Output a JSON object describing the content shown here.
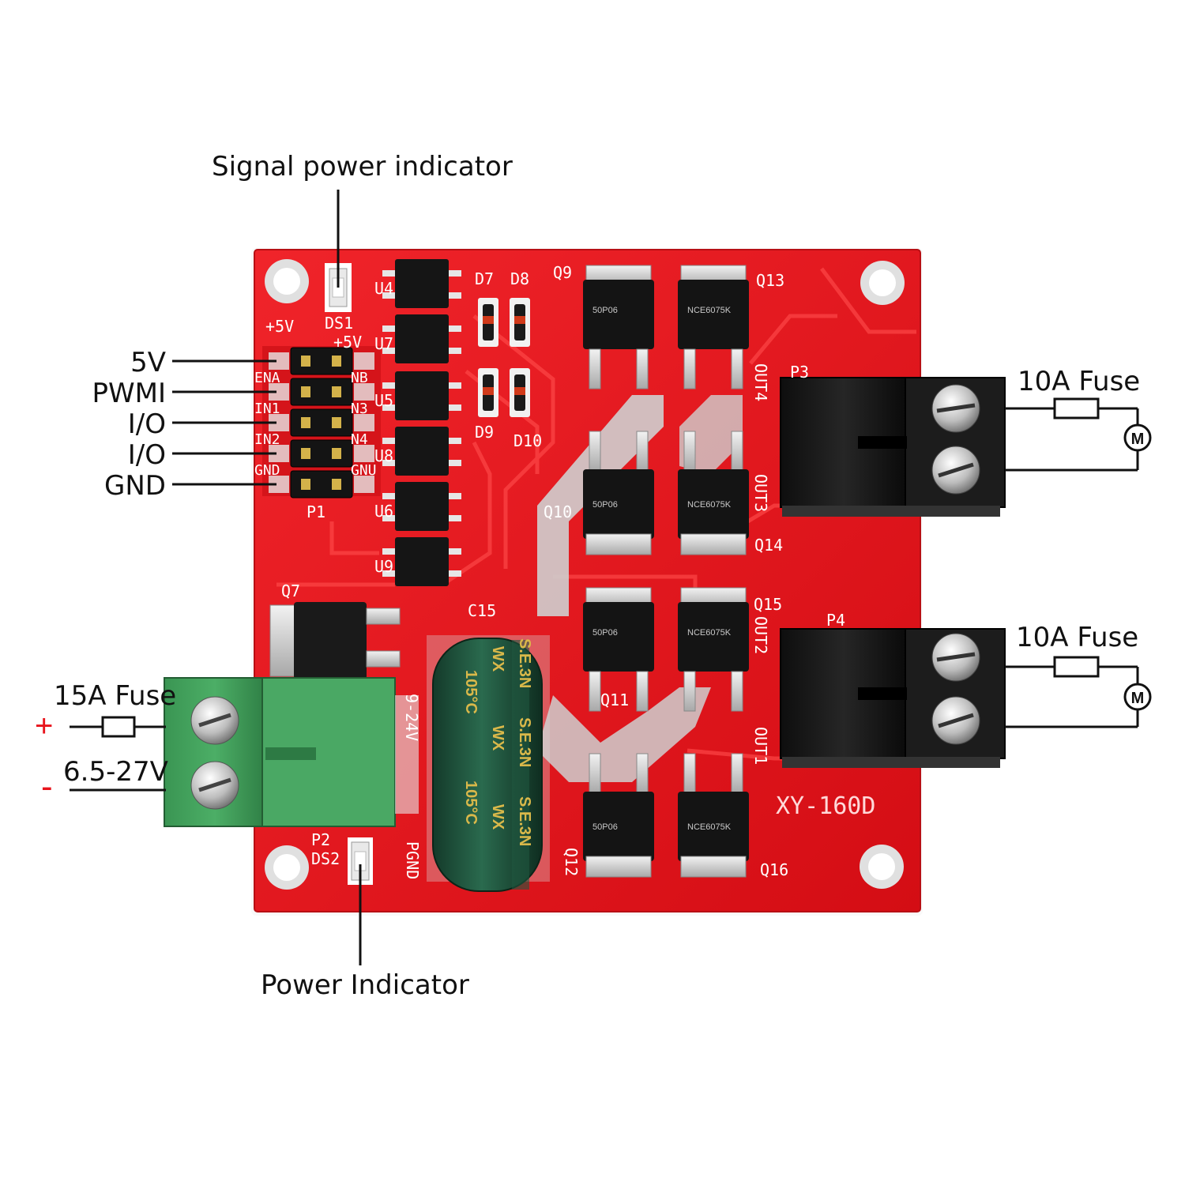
{
  "callouts": {
    "signal_power_indicator": "Signal power indicator",
    "power_indicator": "Power Indicator",
    "fuse_out_top": "10A Fuse",
    "fuse_out_bottom": "10A Fuse",
    "fuse_in": "15A Fuse",
    "input_voltage": "6.5-27V",
    "plus": "+",
    "minus": "-",
    "motor_symbol": "M"
  },
  "pins": [
    "5V",
    "PWMI",
    "I/O",
    "I/O",
    "GND"
  ],
  "silkscreen": {
    "board_name": "XY-160D",
    "ds1": "DS1",
    "ds2": "DS2",
    "p1": "P1",
    "p2": "P2",
    "p3": "P3",
    "p4": "P4",
    "plus5v_left": "+5V",
    "plus5v_right": "+5V",
    "pgnd": "PGND",
    "vin_range": "9-24V",
    "q7": "Q7",
    "q9": "Q9",
    "q10": "Q10",
    "q11": "Q11",
    "q12": "Q12",
    "q13": "Q13",
    "q14": "Q14",
    "q15": "Q15",
    "q16": "Q16",
    "c15": "C15",
    "d7": "D7",
    "d8": "D8",
    "d9": "D9",
    "d10": "D10",
    "out1": "OUT1",
    "out2": "OUT2",
    "out3": "OUT3",
    "out4": "OUT4",
    "u4": "U4",
    "u7": "U7",
    "u5": "U5",
    "u8": "U8",
    "u6": "U6",
    "u9": "U9",
    "pin_left": [
      "ENA",
      "IN1",
      "IN2",
      "GND"
    ],
    "pin_right": [
      "NB",
      "N3",
      "N4",
      "GNU"
    ]
  },
  "component_marks": {
    "mosfet_n": "NCE6075K",
    "mosfet_p": "50P06",
    "cap_text": "S.E.3N",
    "cap_text2": "WX",
    "cap_temp": "105°C"
  },
  "colors": {
    "pcb": "#e8141c",
    "pcb_dark": "#b80f14",
    "trace": "#ff3a3a",
    "copper": "#d9d9d9",
    "terminal_green": "#3f9d5a",
    "terminal_black": "#141414",
    "capacitor": "#1f4f3a"
  }
}
